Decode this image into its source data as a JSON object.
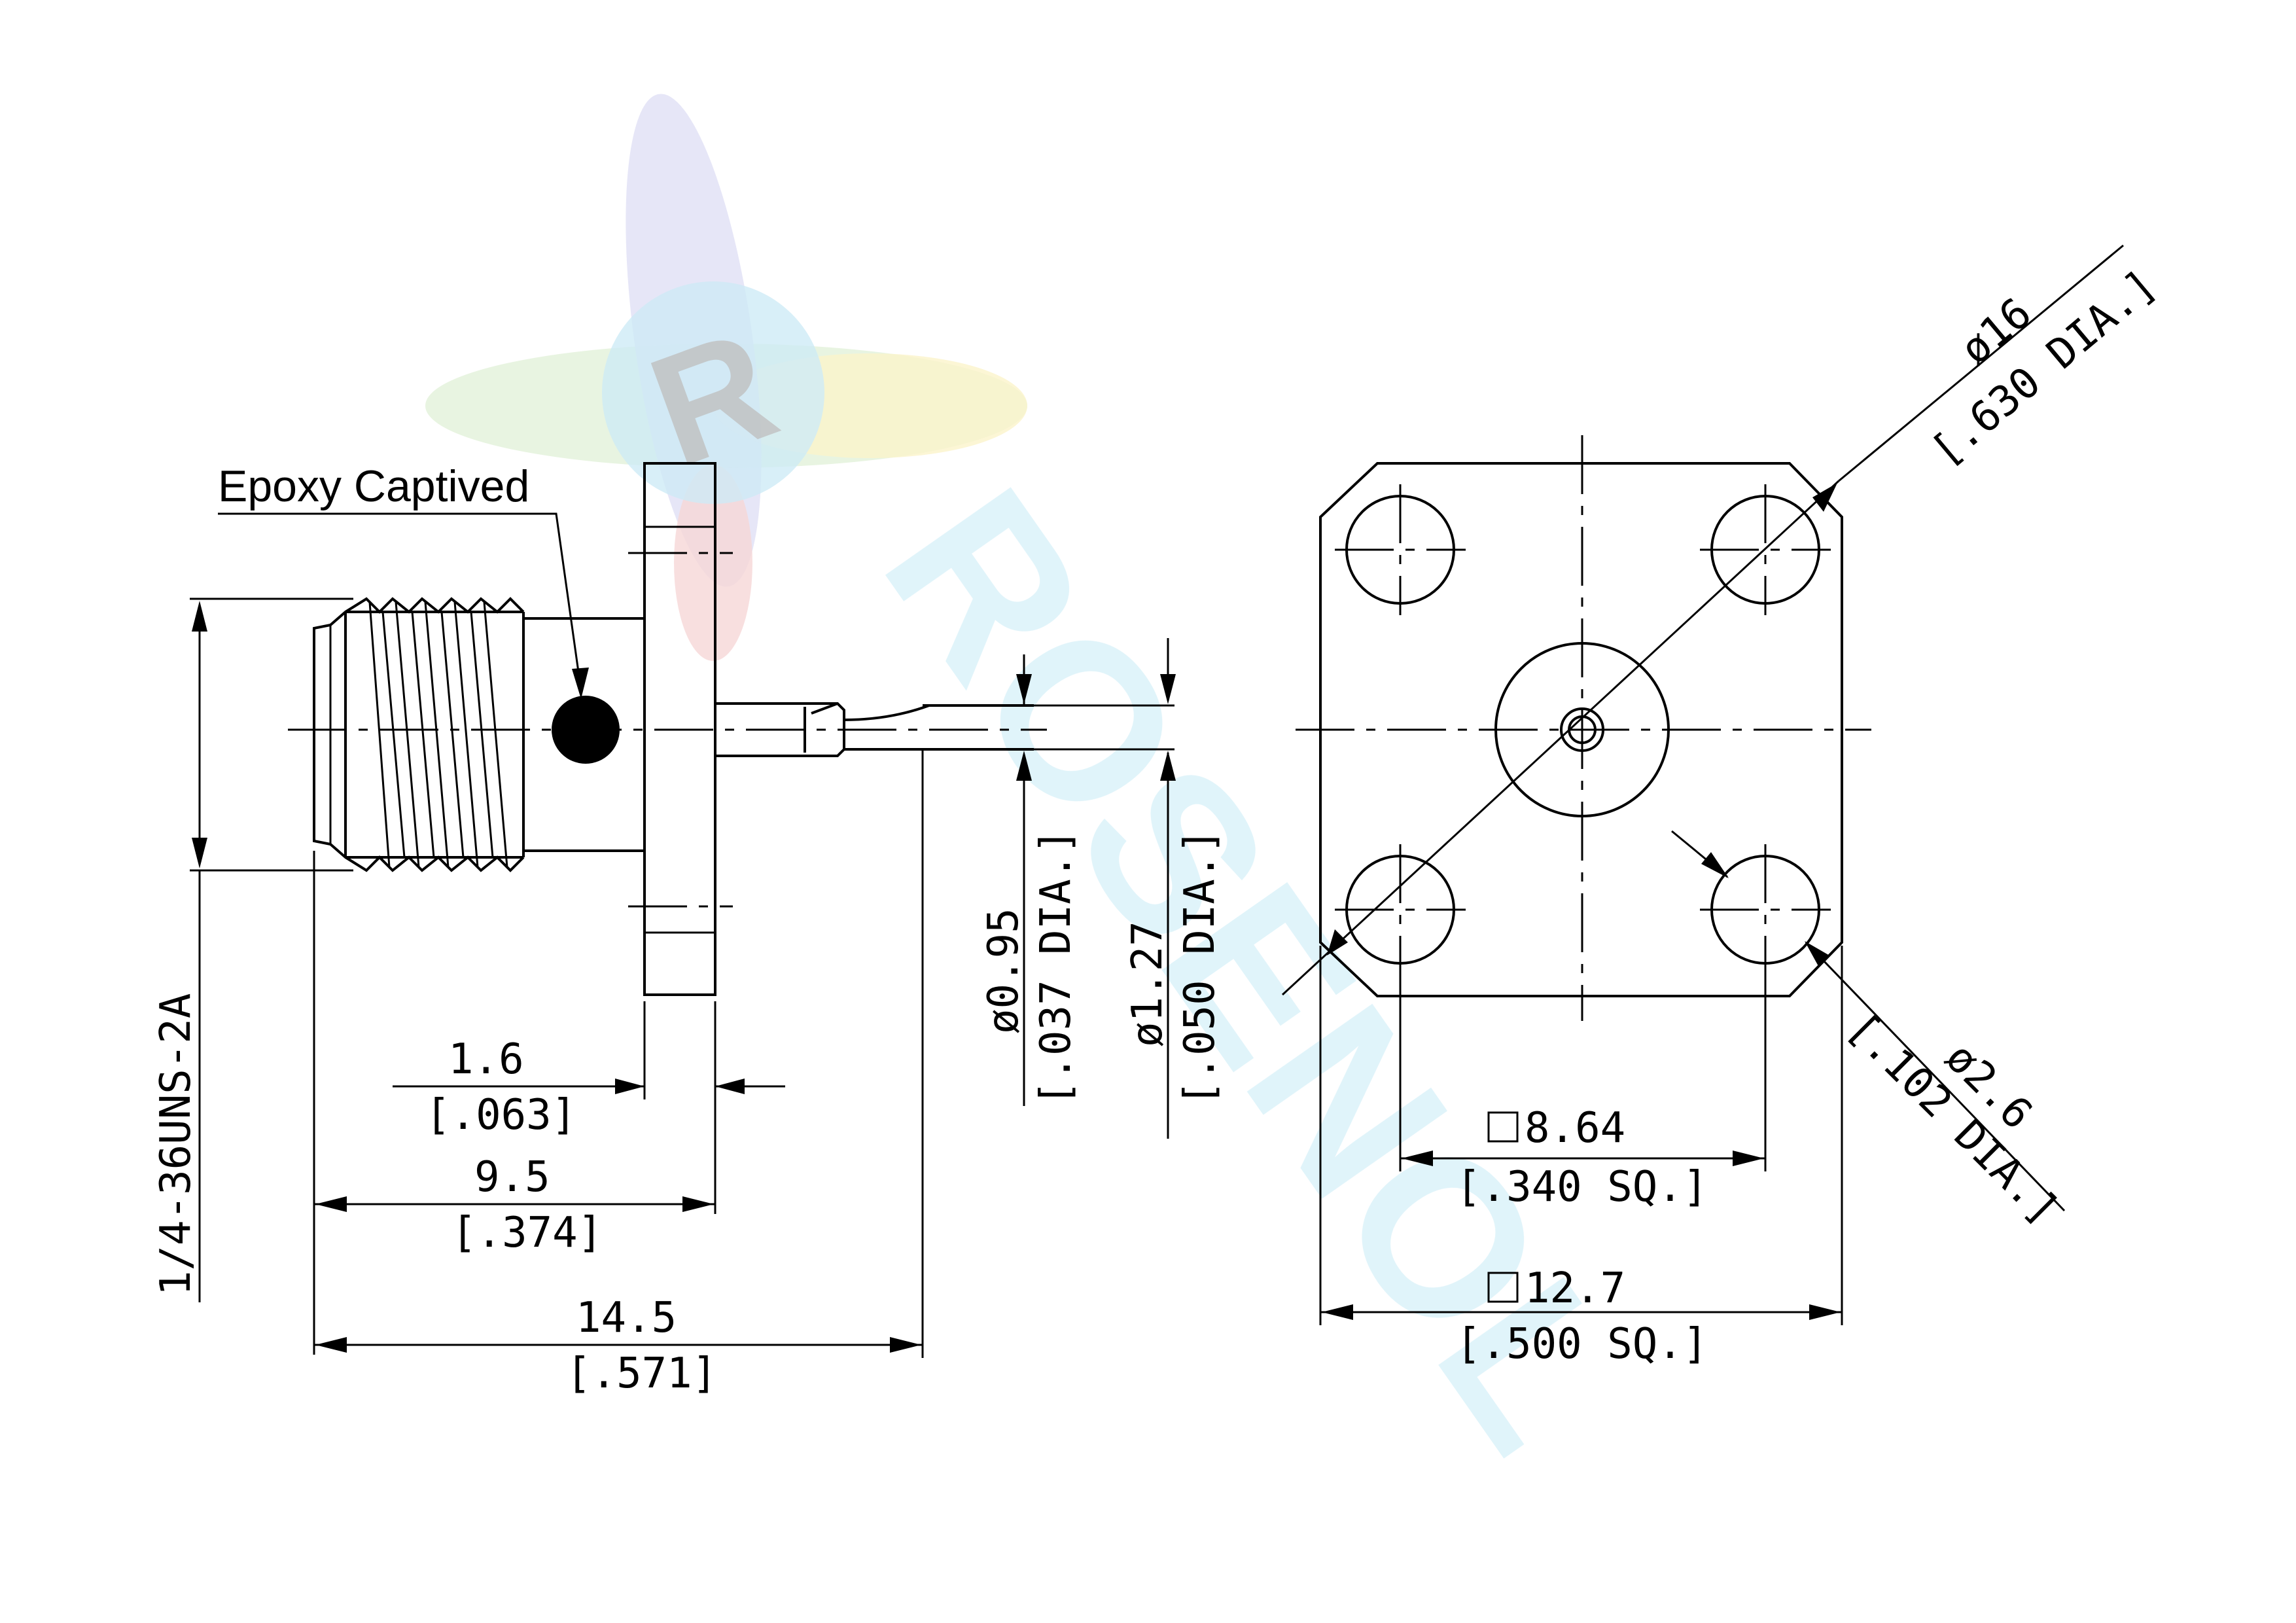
{
  "annotation": {
    "epoxy": "Epoxy Captived"
  },
  "thread_spec": "1/4-36UNS-2A",
  "dimensions": {
    "flange_thickness": {
      "mm": "1.6",
      "inch": "[.063]"
    },
    "body_length": {
      "mm": "9.5",
      "inch": "[.374]"
    },
    "overall_length": {
      "mm": "14.5",
      "inch": "[.571]"
    },
    "pin_dia": {
      "mm": "ø0.95",
      "inch": "[.037 DIA.]"
    },
    "dielectric_dia": {
      "mm": "ø1.27",
      "inch": "[.050 DIA.]"
    },
    "bolt_circle": {
      "mm": "ø16",
      "inch": "[.630 DIA.]"
    },
    "hole_dia": {
      "mm": "ø2.6",
      "inch": "[.102 DIA.]"
    },
    "hole_spacing": {
      "mm": "8.64",
      "inch": "[.340 SQ.]"
    },
    "flange_square": {
      "mm": "12.7",
      "inch": "[.500 SQ.]"
    }
  },
  "watermark": {
    "text": "ROSENOL",
    "logo_letter": "R"
  },
  "colors": {
    "line": "#000000",
    "watermark": "#bfe8f5",
    "background": "#ffffff"
  }
}
